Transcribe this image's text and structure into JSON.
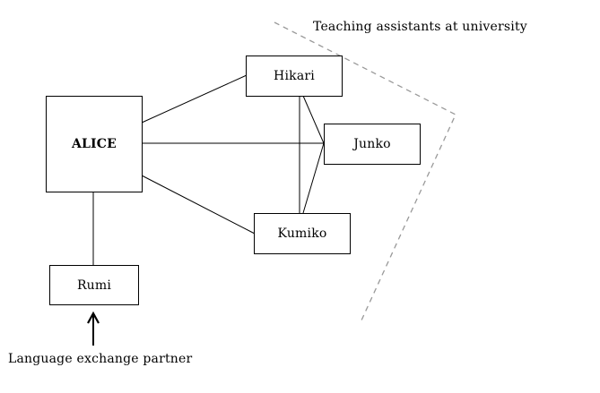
{
  "center_node": {
    "label": "ALICE"
  },
  "nodes": {
    "hikari": {
      "label": "Hikari"
    },
    "junko": {
      "label": "Junko"
    },
    "kumiko": {
      "label": "Kumiko"
    },
    "rumi": {
      "label": "Rumi"
    }
  },
  "group": {
    "label": "Teaching assistants at university"
  },
  "annotation": {
    "label": "Language exchange partner"
  },
  "colors": {
    "line": "#000000",
    "group_outline": "#999999",
    "background": "#ffffff"
  }
}
